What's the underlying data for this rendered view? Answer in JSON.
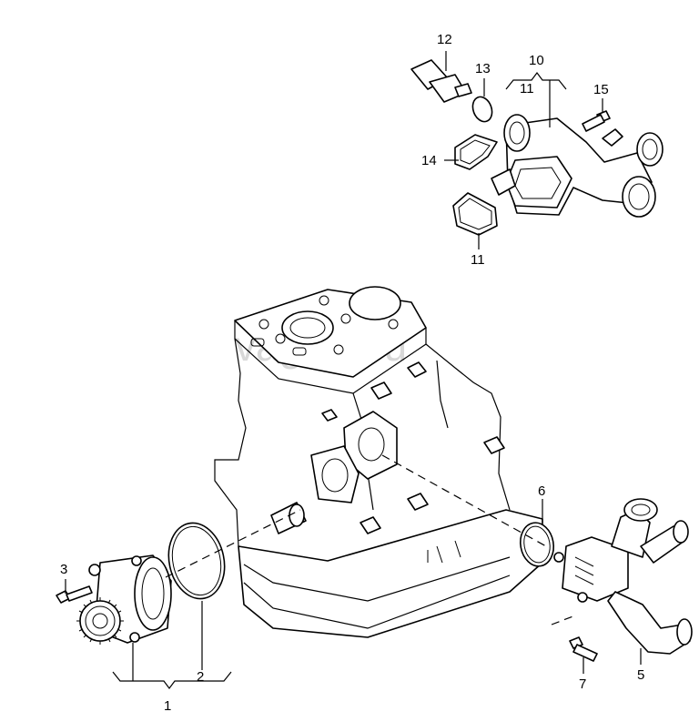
{
  "watermark": "vagtec.ru",
  "callouts": {
    "c1": "1",
    "c2": "2",
    "c3": "3",
    "c5": "5",
    "c6": "6",
    "c7": "7",
    "c10": "10",
    "c11_group": "11",
    "c11": "11",
    "c12": "12",
    "c13": "13",
    "c14": "14",
    "c15": "15"
  }
}
